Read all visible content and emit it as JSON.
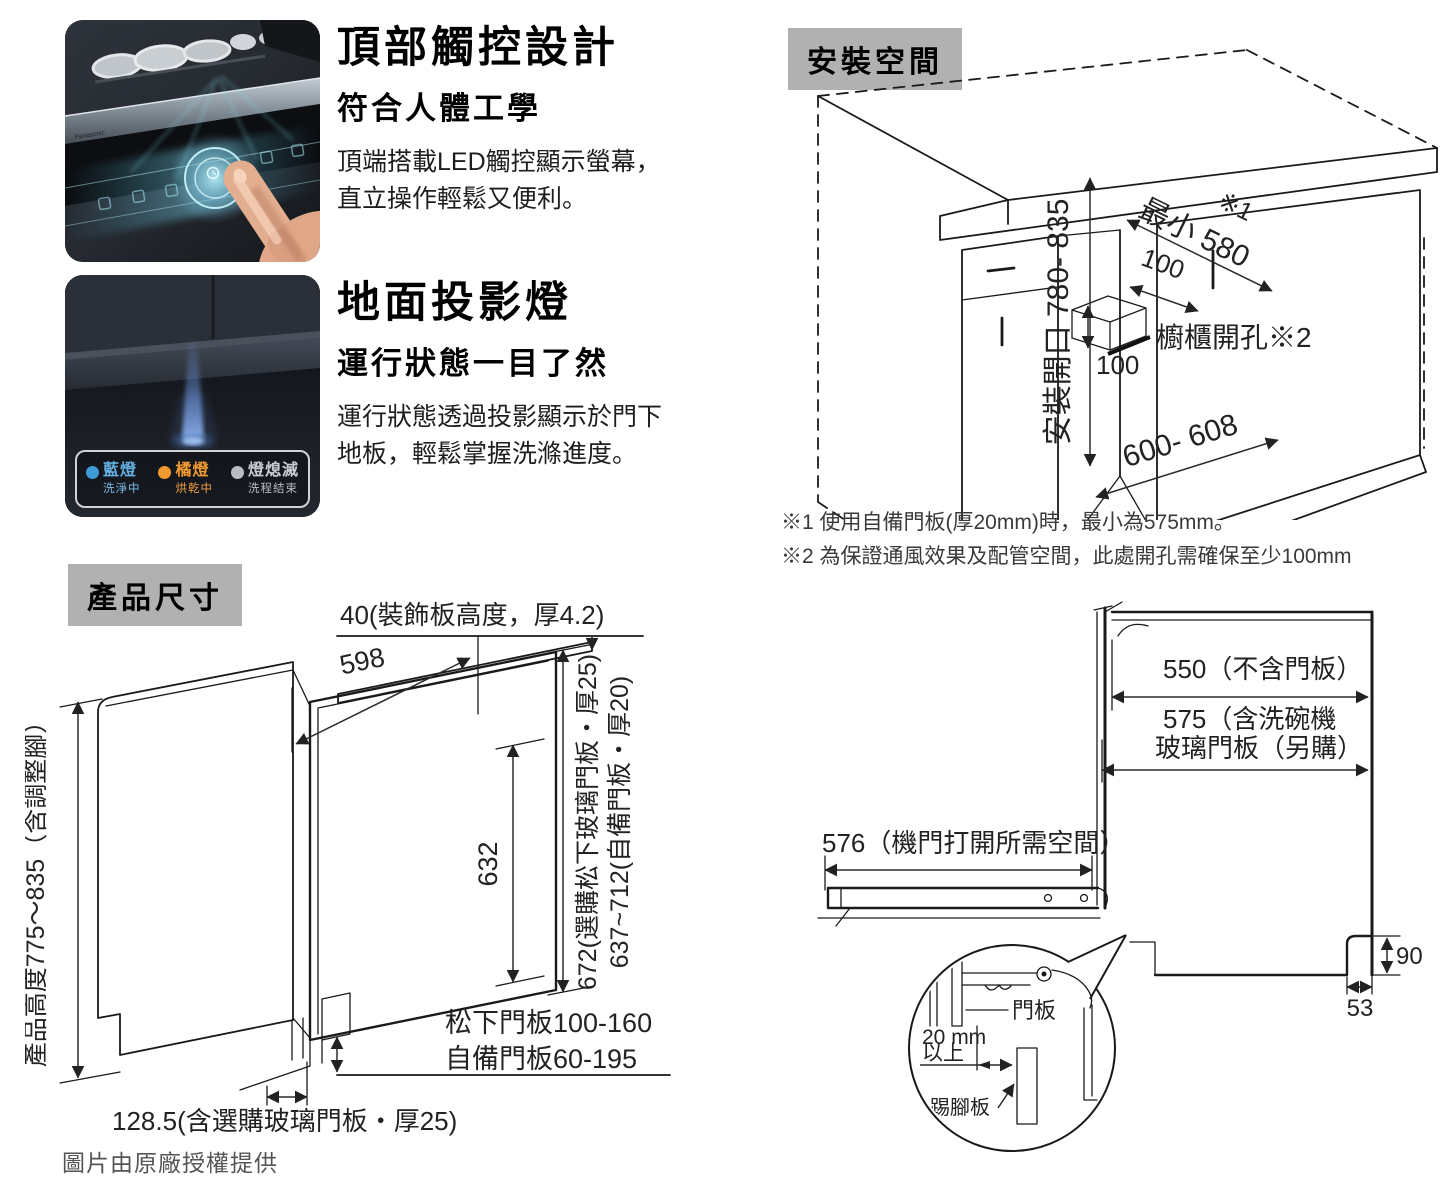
{
  "features": [
    {
      "title": "頂部觸控設計",
      "subtitle": "符合人體工學",
      "body": "頂端搭載LED觸控顯示螢幕，直立操作輕鬆又便利。"
    },
    {
      "title": "地面投影燈",
      "subtitle": "運行狀態一目了然",
      "body": "運行狀態透過投影顯示於門下地板，輕鬆掌握洗滌進度。"
    }
  ],
  "photo1": {
    "brand": "Panasonic"
  },
  "light_legend": {
    "items": [
      {
        "name": "藍燈",
        "status": "洗淨中",
        "color": "#4aa0dc"
      },
      {
        "name": "橘燈",
        "status": "烘乾中",
        "color": "#f09a30"
      },
      {
        "name": "燈熄滅",
        "status": "洗程結束",
        "color": "#c2c6cb"
      }
    ]
  },
  "sections": {
    "installation": "安裝空間",
    "product_dims": "產品尺寸"
  },
  "installation": {
    "labels": {
      "opening": "安裝開口 780- 835",
      "min": "最小 580",
      "note_ref": "※1",
      "depth_100": "100",
      "height_100": "100",
      "hole": "櫥櫃開孔※2",
      "floor": "600- 608"
    },
    "notes": [
      "※1 使用自備門板(厚20mm)時，最小為575mm。",
      "※2 為保證通風效果及配管空間，此處開孔需確保至少100mm"
    ]
  },
  "product": {
    "labels": {
      "deco": "40(裝飾板高度，厚4.2)",
      "width": "598",
      "door_h": "632",
      "glass": "672(選購松下玻璃門板・厚25)",
      "own": "637~712(自備門板・厚20)",
      "height": "產品高度775～835（含調整腳）",
      "pana_door": "松下門板100-160",
      "own_door": "自備門板60-195",
      "base": "128.5(含選購玻璃門板・厚25)"
    }
  },
  "sideview": {
    "labels": {
      "d550": "550（不含門板）",
      "d575a": "575（含洗碗機",
      "d575b": "玻璃門板（另購）",
      "d576": "576（機門打開所需空間）",
      "d90": "90",
      "d53": "53",
      "door": "門板",
      "gap1": "20 mm",
      "gap2": "以上",
      "kick": "踢腳板"
    }
  },
  "footer": {
    "credit": "圖片由原廠授權提供"
  }
}
